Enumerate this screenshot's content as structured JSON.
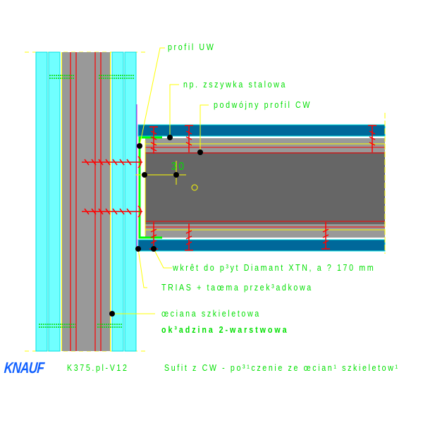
{
  "labels": {
    "profil_uw": "profil UW",
    "zszywka": "np. zszywka stalowa",
    "podwojny": "podwójny profil CW",
    "wkret": "wkrêt do p³yt Diamant XTN, a ? 170 mm",
    "trias": "TRIAS + taœma przek³adkowa",
    "sciana": "œciana szkieletowa",
    "okladzina": "ok³adzina 2-warstwowa"
  },
  "dimension": "30",
  "footer": {
    "logo": "KNAUF",
    "code": "K375.pl-V12",
    "title": "Sufit z CW - po³¹czenie ze œcian¹ szkieletow¹"
  },
  "colors": {
    "text_green": "#00e000",
    "leader_yellow": "#ffff00",
    "board_cyan": "#70ffff",
    "core_grey": "#999999",
    "cw_dark": "#666666",
    "ceiling_board": "#00689a",
    "screw_red": "#ff0000",
    "profile_green": "#00ff00",
    "logo_blue": "#1060ff"
  }
}
